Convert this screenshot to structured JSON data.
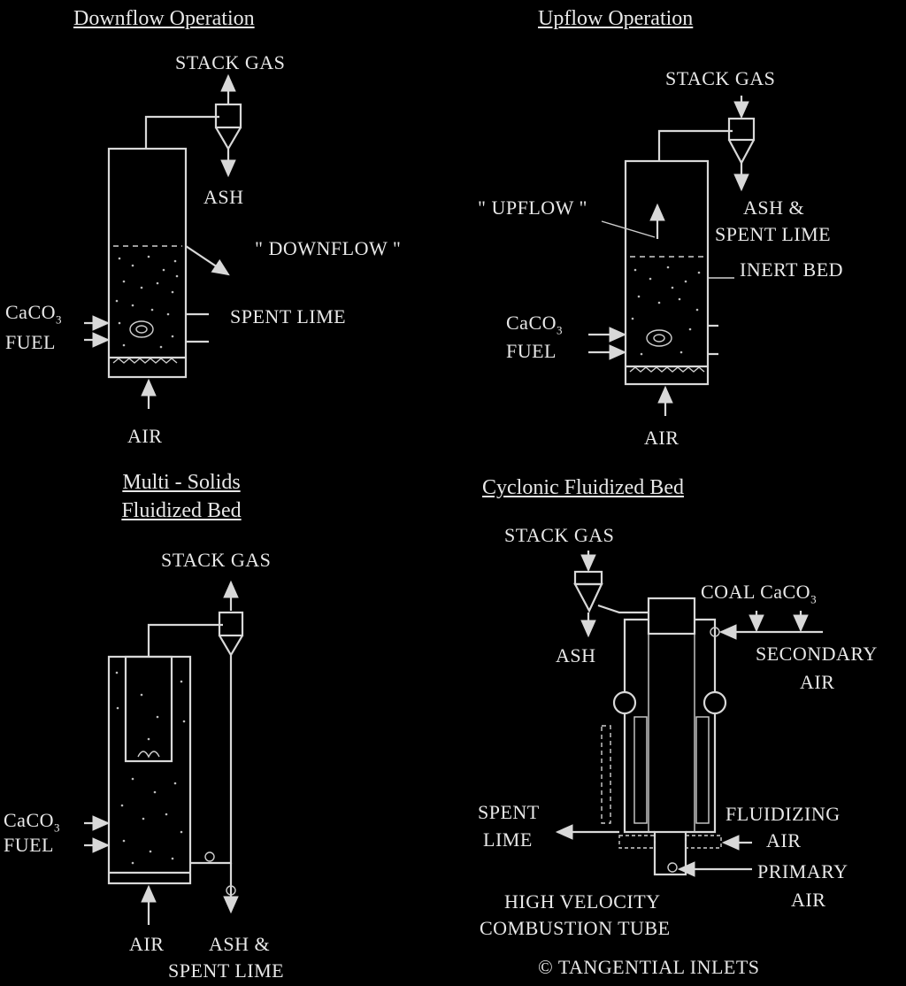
{
  "panels": {
    "downflow": {
      "title": "Downflow  Operation",
      "stack_gas": "STACK GAS",
      "ash": "ASH",
      "downflow": "\" DOWNFLOW \"",
      "caco3": "CaCO",
      "caco3_sub": "3",
      "fuel": "FUEL",
      "spent_lime": "SPENT  LIME",
      "air": "AIR"
    },
    "upflow": {
      "title": "Upflow  Operation",
      "stack_gas": "STACK GAS",
      "upflow": "\" UPFLOW \"",
      "ash_spent_1": "ASH &",
      "ash_spent_2": "SPENT LIME",
      "inert_bed": "INERT BED",
      "caco3": "CaCO",
      "caco3_sub": "3",
      "fuel": "FUEL",
      "air": "AIR"
    },
    "multi_solids": {
      "title_1": "Multi - Solids",
      "title_2": "Fluidized Bed",
      "stack_gas": "STACK GAS",
      "caco3": "CaCO",
      "caco3_sub": "3",
      "fuel": "FUEL",
      "air": "AIR",
      "ash_spent_1": "ASH &",
      "ash_spent_2": "SPENT LIME"
    },
    "cyclonic": {
      "title": "Cyclonic  Fluidized  Bed",
      "stack_gas": "STACK GAS",
      "coal_caco3": "COAL CaCO",
      "caco3_sub": "3",
      "ash": "ASH",
      "secondary_1": "SECONDARY",
      "secondary_2": "AIR",
      "spent_1": "SPENT",
      "spent_2": "LIME",
      "fluidizing_1": "FLUIDIZING",
      "fluidizing_2": "AIR",
      "primary_1": "PRIMARY",
      "primary_2": "AIR",
      "hv_1": "HIGH VELOCITY",
      "hv_2": "COMBUSTION TUBE",
      "tangential": "©  TANGENTIAL INLETS"
    }
  },
  "colors": {
    "background": "#000000",
    "line": "#d8d8d8",
    "text": "#e8e8e8"
  }
}
